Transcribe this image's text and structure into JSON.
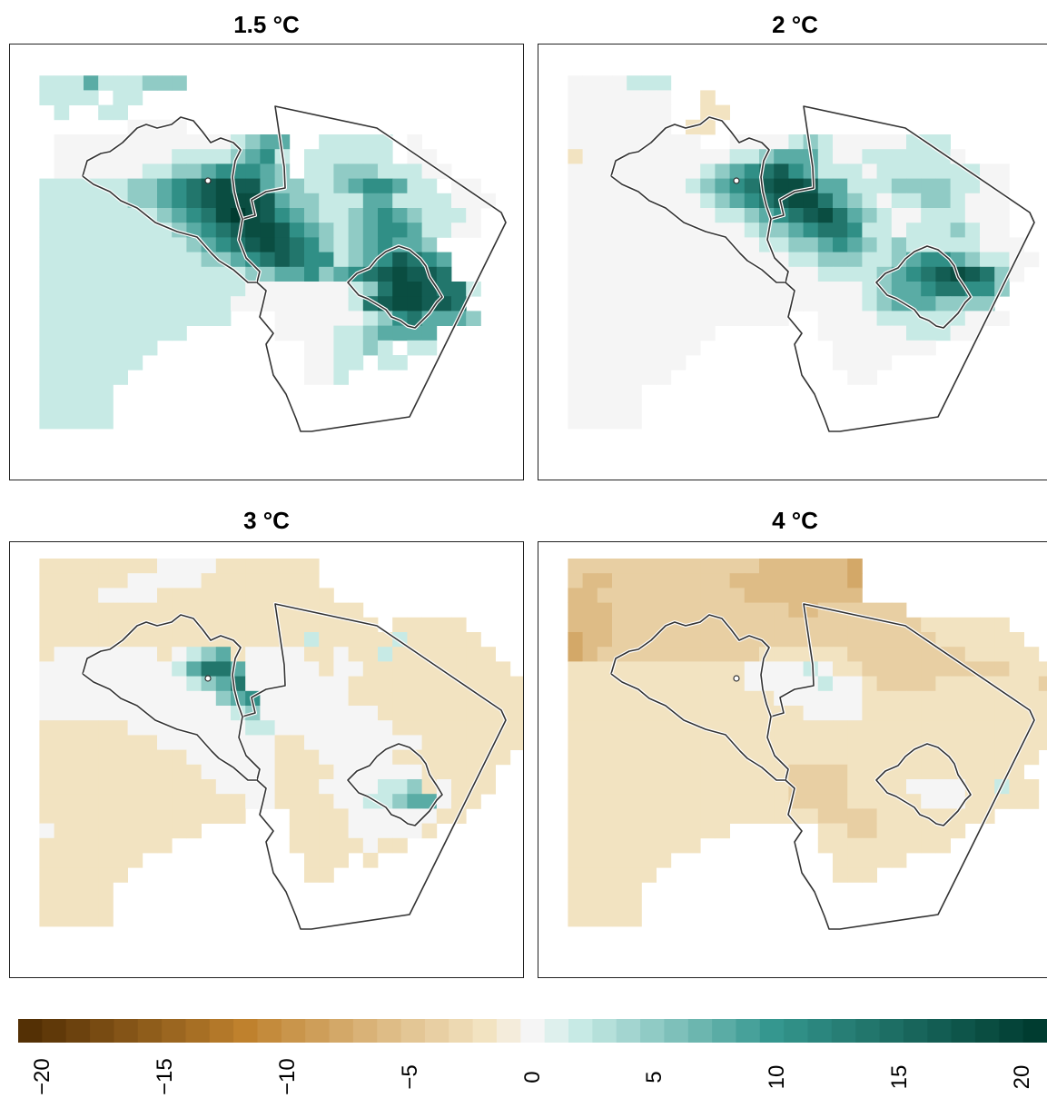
{
  "chart_data": {
    "type": "heatmap",
    "panels": [
      {
        "title": "1.5 °C",
        "rows": [
          "......................................",
          "..1113111222..........................",
          "..1111.11.............................",
          "...1..11..............................",
          "........0000..........................",
          "...0000000000001233..11111.0..........",
          "...0000000011112341.111111.00.........",
          "...0000001122344432.1122211100........",
          "..111111223456766322112344311.00.......",
          "..1111112234567776322111331111000......",
          "..111111112345787643211234321110.......",
          "..111111111234567764321234431100.......",
          "..111111111123456765421234332.........",
          "..1111111111122345654412346543........",
          "..1111111111111122334234567665........",
          "..111111111111110000000125776551......",
          "..11111111111110000000015677665.......",
          "..1111111111111...00000012453332......",
          "..1111111111......00001123333.........",
          "..11111111..........001121.11.........",
          "..1111111...........0011.11...........",
          "..111111............001...............",
          "..11111...............................",
          "..11111...............................",
          "..11111...............................",
          ".............................",
          ".............................",
          "............................."
        ]
      },
      {
        "title": "2 °C",
        "rows": [
          "......................................",
          "..0000111.............................",
          "..0000000..a..........................",
          "..0000000..aa.........................",
          "..0000000.aa..........................",
          "..000000000..000012100000111..........",
          "..a00000000001123331001111110.........",
          "..000000000123456431110111111100......",
          "..000000001234567763311122221100......",
          "..000000000123456775321011221000......",
          "..000000000011234567532100111000......",
          "..000000000000122345541101112100......",
          "..0000000000000112234321211111000.....",
          "..00000000000000011222112344321100....",
          "..0000000000000000011112345676520.....",
          "..000000000000000000001233455442......",
          "..00000000000000000000123332222.......",
          "..000000000000000..0000111111000......",
          "..0000000000.......00000011100........",
          "..000000000.........0000000...........",
          "..00000000..........0000..............",
          "..0000000............00...............",
          "..00000...............................",
          "..00000...............................",
          "..00000...............................",
          ".............................",
          ".............................",
          "............................."
        ]
      },
      {
        "title": "3 °C",
        "rows": [
          "..aaaaaaaa0000aaaaaaa.................",
          "..aaaaaa00000aaaaaaaa.................",
          "..aaaa0000aaaaaaaaaaaa................",
          "..aaaaaaaaaaaaaaaaaaaaaa..............",
          "..aaaaaaaaaaaaaaaaaaaaaaa.aaaaa.......",
          "..aaaaaaaaaaaaaaaaaa1aaaaa1aaaaa......",
          "..a0000000a0123a0000aa0aa1aaaaaaa.....",
          "..0000000001355300000a00aaaaaaaaaa....",
          "..000000000012350000000aaaaaaaaaaaa...",
          "..000000000000234000000aaaaaaaaaaaa...",
          "..00000000000001200000000aaaaaaaaaa...",
          "..aaaaaa000000001100000000aaaaaaaaa...",
          "..aaaaaaaa00000000aa00000000aaaaaaa...",
          "..aaaaaaaaaa000000aaa00000aaaaaaaa....",
          "..aaaaaaaaaaa00000aaaa000000aaaaa.....",
          "..aaaaaaaaaaaa0000aaa0000112a0aaa.....",
          "..aaaaaaaaaaaaaa00aaaa00112330aa......",
          "..aaaaaaaaaaaaaa...aaaa000000aa.......",
          "..0aaaaaaaaaa......aaaa00000a.........",
          "..aaaaaaaaa........aaaaa0aa...........",
          "..aaaaaaa...........aaa.a.............",
          "..aaaaaa............aa................",
          "..aaaaa...............................",
          "..aaaaa...............................",
          "..aaaaa...............................",
          ".............................",
          ".............................",
          "............................."
        ]
      },
      {
        "title": "4 °C",
        "rows": [
          "..bbbbbbbbbbbbbccccccd................",
          "..bccbbbbbbbbccccccccd................",
          "..ccbbbbbbbbbbcccccccc................",
          "..cccbbbbbbbbbbbbccbbbbbb..............",
          "..cccbbbbbbbbbbbbbbbbbbbbbaaaaaa.......",
          "..dccbbbbbbbbbbbbbbbbbbbbbbaaaaaa......",
          "..dcbbbbbbbbbbbaaaaaabbbbbbbbaaaaa.....",
          "..aaaaaaaaaaaa000010aabbbbbbbbbbaaaa...",
          "..aaaaaaaaaaaa00000100abbbbaaaaaaabaa..",
          "..aaaaaaaaaaaaaa000000aaaaaaaaaaaaaa...",
          "..aaaaaaaaaaaaaaaa0000aaaaaaaaaaaaaa...",
          "..aaaaaaaaaaaaaaaaaaaaaaaaaaaaaaaaaa...",
          "..aaaaaaaaaaaaaaaaaaaaaaaaaaaaaaaaa....",
          "..aaaaaaaaaaaaaaaaaaaaaaaaaaaaaaaa.....",
          "..aaaaaaaaaaaaaaabbbbaaaaaaaaaaaa......",
          "..aaaaaaaaaaaaaaabbbbaaaa0000aa1aa.....",
          "..aaaaaaaaaaaaaaabbbbaaaaa000aaaaa.....",
          "..aaaaaaaaaaaaaaaaabbbbaaaaaaaa........",
          "..aaaaaaaaaaa......aabbaaaaaa..........",
          "..aaaaaaaaa........aaaaaaaaa...........",
          "..aaaaaaa...........aaaaa..............",
          "..aaaaaa............aaa................",
          "..aaaaa...............................",
          "..aaaaa...............................",
          "..aaaaa...............................",
          ".............................",
          ".............................",
          "............................."
        ]
      }
    ],
    "cell_legend": {
      "0": 0,
      "1": 2,
      "2": 5,
      "3": 8,
      "4": 11,
      "5": 14,
      "6": 17,
      "7": 19,
      "8": 21,
      "a": -2,
      "b": -4,
      "c": -6,
      "d": -8
    },
    "colorbar": {
      "min": -21,
      "max": 21,
      "steps": 43,
      "ticks": [
        "−20",
        "−15",
        "−10",
        "−5",
        "0",
        "5",
        "10",
        "15",
        "20"
      ],
      "tick_values": [
        -20,
        -15,
        -10,
        -5,
        0,
        5,
        10,
        15,
        20
      ]
    },
    "colors": {
      "brown_end": "#543005",
      "brown_mid": "#bf812d",
      "tan": "#f2e3c1",
      "neutral": "#f5f5f5",
      "teal_light": "#c7eae5",
      "teal_mid": "#35978f",
      "teal_end": "#003c30"
    }
  }
}
